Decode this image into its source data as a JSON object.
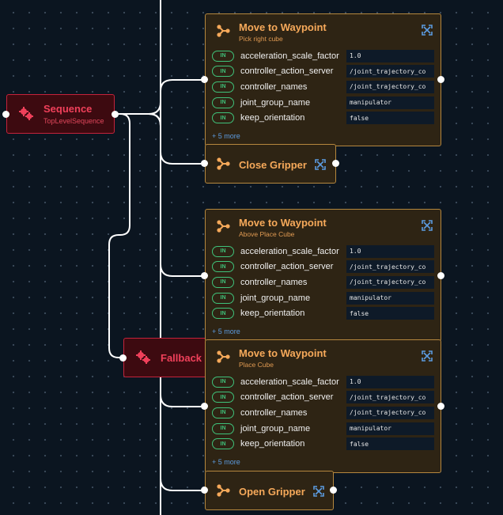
{
  "colors": {
    "background": "#0b1520",
    "control_fill": "#3d0a10",
    "control_border": "#c4233b",
    "control_text": "#f0405a",
    "action_fill": "#2e2414",
    "action_border": "#b5873e",
    "action_text": "#f6a95a",
    "port_pill": "#3fc27a",
    "more_link": "#5c9be0",
    "wire": "#ffffff"
  },
  "icons": {
    "control": "gears-icon",
    "action": "action-node-icon",
    "expand": "expand-icon"
  },
  "nodes": {
    "sequence": {
      "title": "Sequence",
      "subtitle": "TopLevelSequence"
    },
    "fallback": {
      "title": "Fallback"
    },
    "move1": {
      "title": "Move to Waypoint",
      "subtitle": "Pick right cube",
      "more": "+ 5 more",
      "ports": [
        {
          "tag": "IN",
          "name": "acceleration_scale_factor",
          "value": "1.0"
        },
        {
          "tag": "IN",
          "name": "controller_action_server",
          "value": "/joint_trajectory_co"
        },
        {
          "tag": "IN",
          "name": "controller_names",
          "value": "/joint_trajectory_co"
        },
        {
          "tag": "IN",
          "name": "joint_group_name",
          "value": "manipulator"
        },
        {
          "tag": "IN",
          "name": "keep_orientation",
          "value": "false"
        }
      ]
    },
    "close_gripper": {
      "title": "Close Gripper"
    },
    "move2": {
      "title": "Move to Waypoint",
      "subtitle": "Above Place Cube",
      "more": "+ 5 more",
      "ports": [
        {
          "tag": "IN",
          "name": "acceleration_scale_factor",
          "value": "1.0"
        },
        {
          "tag": "IN",
          "name": "controller_action_server",
          "value": "/joint_trajectory_co"
        },
        {
          "tag": "IN",
          "name": "controller_names",
          "value": "/joint_trajectory_co"
        },
        {
          "tag": "IN",
          "name": "joint_group_name",
          "value": "manipulator"
        },
        {
          "tag": "IN",
          "name": "keep_orientation",
          "value": "false"
        }
      ]
    },
    "move3": {
      "title": "Move to Waypoint",
      "subtitle": "Place Cube",
      "more": "+ 5 more",
      "ports": [
        {
          "tag": "IN",
          "name": "acceleration_scale_factor",
          "value": "1.0"
        },
        {
          "tag": "IN",
          "name": "controller_action_server",
          "value": "/joint_trajectory_co"
        },
        {
          "tag": "IN",
          "name": "controller_names",
          "value": "/joint_trajectory_co"
        },
        {
          "tag": "IN",
          "name": "joint_group_name",
          "value": "manipulator"
        },
        {
          "tag": "IN",
          "name": "keep_orientation",
          "value": "false"
        }
      ]
    },
    "open_gripper": {
      "title": "Open Gripper"
    }
  }
}
